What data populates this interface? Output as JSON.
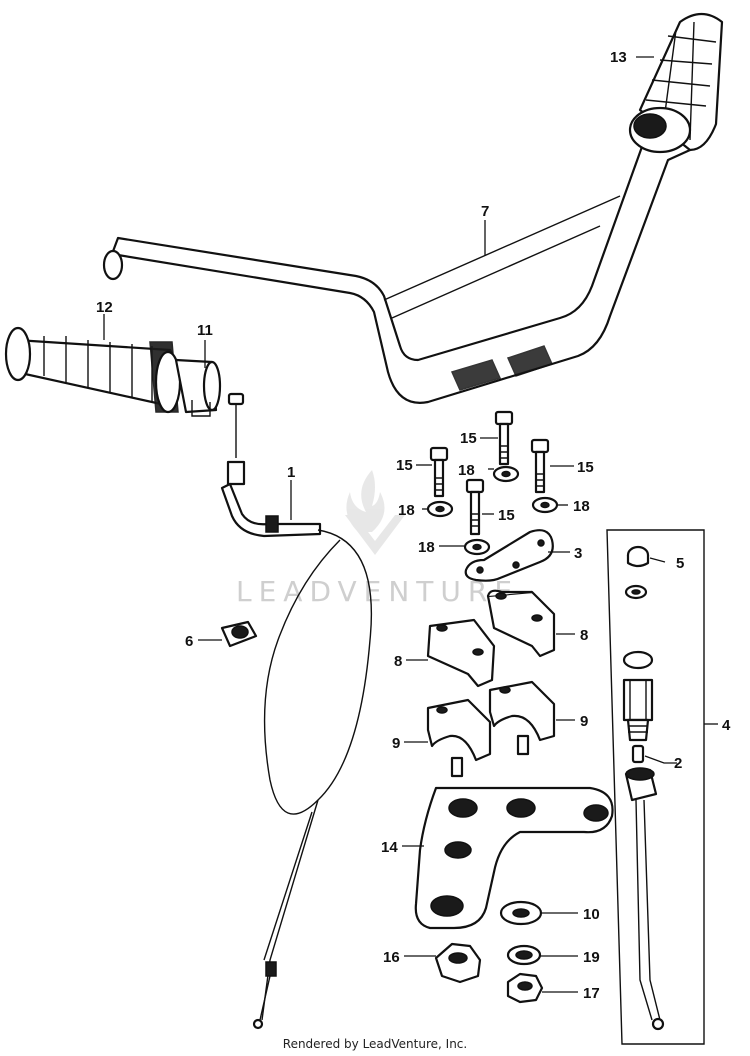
{
  "callouts": [
    {
      "id": "1",
      "label": "1"
    },
    {
      "id": "2",
      "label": "2"
    },
    {
      "id": "3",
      "label": "3"
    },
    {
      "id": "4",
      "label": "4"
    },
    {
      "id": "5",
      "label": "5"
    },
    {
      "id": "6",
      "label": "6"
    },
    {
      "id": "7",
      "label": "7"
    },
    {
      "id": "8a",
      "label": "8"
    },
    {
      "id": "8b",
      "label": "8"
    },
    {
      "id": "9a",
      "label": "9"
    },
    {
      "id": "9b",
      "label": "9"
    },
    {
      "id": "10",
      "label": "10"
    },
    {
      "id": "11",
      "label": "11"
    },
    {
      "id": "12",
      "label": "12"
    },
    {
      "id": "13",
      "label": "13"
    },
    {
      "id": "14",
      "label": "14"
    },
    {
      "id": "15a",
      "label": "15"
    },
    {
      "id": "15b",
      "label": "15"
    },
    {
      "id": "15c",
      "label": "15"
    },
    {
      "id": "15d",
      "label": "15"
    },
    {
      "id": "16",
      "label": "16"
    },
    {
      "id": "17",
      "label": "17"
    },
    {
      "id": "18a",
      "label": "18"
    },
    {
      "id": "18b",
      "label": "18"
    },
    {
      "id": "18c",
      "label": "18"
    },
    {
      "id": "18d",
      "label": "18"
    },
    {
      "id": "19",
      "label": "19"
    }
  ],
  "watermark": "LEADVENTURE",
  "footer": "Rendered by LeadVenture, Inc."
}
